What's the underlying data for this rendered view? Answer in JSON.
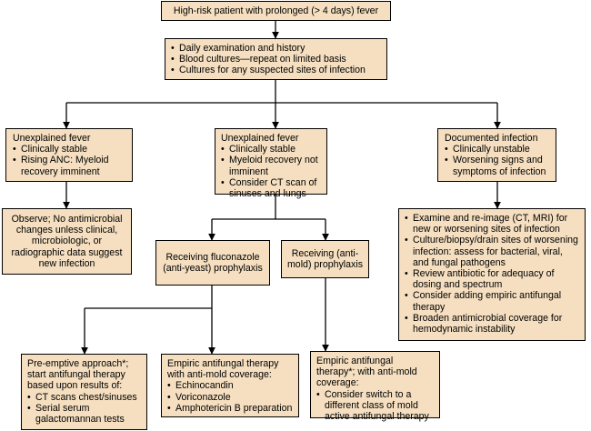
{
  "nodes": {
    "start": {
      "text": "High-risk patient with prolonged (> 4 days) fever"
    },
    "eval": {
      "items": [
        "Daily examination and history",
        "Blood cultures—repeat on limited basis",
        "Cultures for any suspected sites of infection"
      ]
    },
    "stable": {
      "title": "Unexplained fever",
      "items": [
        "Clinically stable",
        "Rising ANC: Myeloid recovery imminent"
      ]
    },
    "notimminent": {
      "title": "Unexplained fever",
      "items": [
        "Clinically stable",
        "Myeloid recovery not imminent",
        "Consider CT scan of sinuses and lungs"
      ]
    },
    "documented": {
      "title": "Documented infection",
      "items": [
        "Clinically unstable",
        "Worsening signs and symptoms of infection"
      ]
    },
    "observe": {
      "text": "Observe; No antimicrobial changes unless clinical, microbiologic, or radiographic data suggest new infection"
    },
    "fluconazole": {
      "text": "Receiving fluconazole (anti-yeast) prophylaxis"
    },
    "antimold": {
      "text": "Receiving (anti-mold) prophylaxis"
    },
    "examine": {
      "items": [
        "Examine and re-image (CT, MRI) for new or worsening sites of infection",
        "Culture/biopsy/drain sites of worsening infection: assess for bacterial, viral, and fungal pathogens",
        "Review antibiotic for adequacy of dosing and spectrum",
        "Consider adding empiric antifungal therapy",
        "Broaden antimicrobial coverage for hemodynamic instability"
      ]
    },
    "preemptive": {
      "title": "Pre-emptive approach*; start antifungal therapy based upon results of:",
      "items": [
        "CT scans chest/sinuses",
        "Serial serum galactomannan tests"
      ]
    },
    "empiric1": {
      "title": "Empiric antifungal therapy with anti-mold coverage:",
      "items": [
        "Echinocandin",
        "Voriconazole",
        "Amphotericin B preparation"
      ]
    },
    "empiric2": {
      "title": "Empiric antifungal therapy*; with anti-mold coverage:",
      "items": [
        "Consider switch to a different class of mold active antifungal therapy"
      ]
    }
  },
  "colors": {
    "box_fill": "#f5dfc0",
    "line": "#000000"
  }
}
